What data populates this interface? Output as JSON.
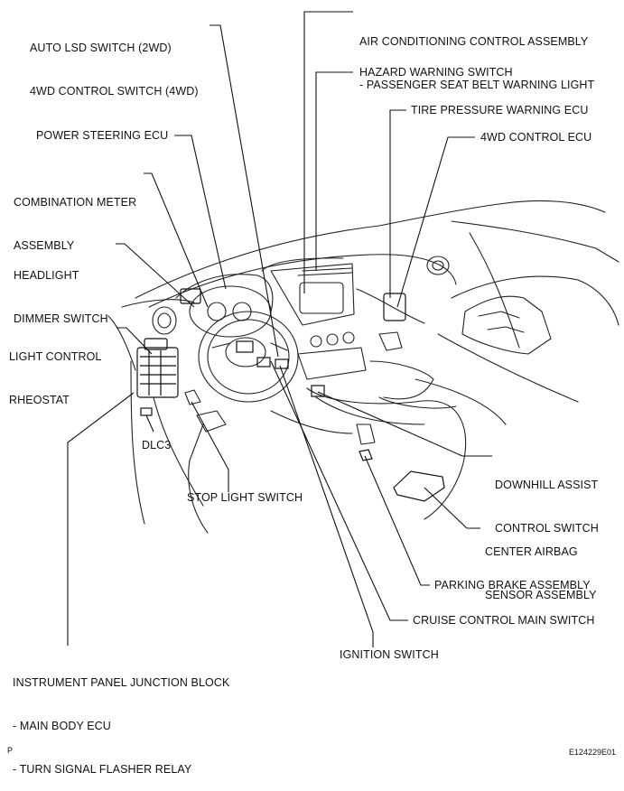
{
  "labels": {
    "auto_lsd": [
      "AUTO LSD SWITCH (2WD)",
      "4WD CONTROL SWITCH (4WD)"
    ],
    "ac_control": [
      "AIR CONDITIONING CONTROL ASSEMBLY",
      "- PASSENGER SEAT BELT WARNING LIGHT"
    ],
    "hazard": "HAZARD WARNING SWITCH",
    "tire_pressure": "TIRE PRESSURE WARNING ECU",
    "power_steering": "POWER STEERING ECU",
    "four_wd_ecu": "4WD CONTROL ECU",
    "combination_meter": [
      "COMBINATION METER",
      "ASSEMBLY"
    ],
    "headlight_dimmer": [
      "HEADLIGHT",
      "DIMMER SWITCH"
    ],
    "light_control": [
      "LIGHT CONTROL",
      "RHEOSTAT"
    ],
    "dlc3": "DLC3",
    "downhill_assist": [
      "DOWNHILL ASSIST",
      "CONTROL SWITCH"
    ],
    "stop_light": "STOP LIGHT SWITCH",
    "center_airbag": [
      "CENTER AIRBAG",
      "SENSOR ASSEMBLY"
    ],
    "parking_brake": "PARKING BRAKE ASSEMBLY",
    "cruise_control": "CRUISE CONTROL MAIN SWITCH",
    "junction_block": [
      "INSTRUMENT PANEL JUNCTION BLOCK",
      "- MAIN BODY ECU",
      "- TURN SIGNAL FLASHER RELAY"
    ],
    "ignition": "IGNITION SWITCH"
  },
  "footer": {
    "left": "P",
    "right": "E124229E01"
  }
}
